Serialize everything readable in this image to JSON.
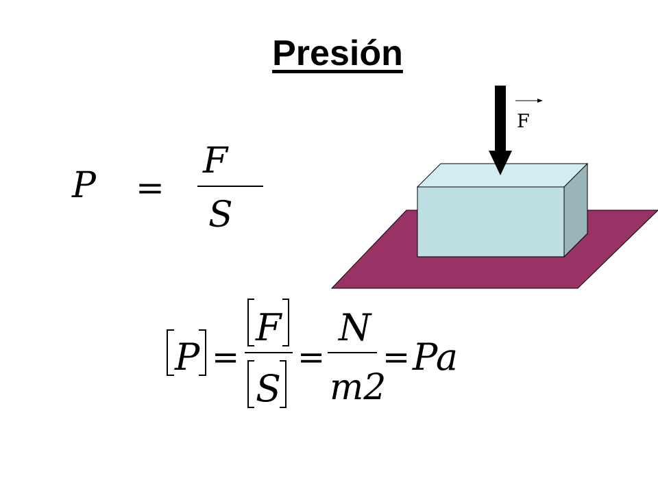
{
  "title": "Presión",
  "force_label": "F",
  "colors": {
    "surface": "#993366",
    "block_front": "#bfe0e3",
    "block_top": "#d3ecef",
    "block_side": "#99b5b8",
    "arrow": "#000000"
  },
  "formula_definition": {
    "lhs": "P",
    "equals": "=",
    "numerator": "F",
    "denominator": "S"
  },
  "formula_units": {
    "lhs": "P",
    "eq1": "=",
    "numerator": "F",
    "denominator": "S",
    "eq2": "=",
    "unit_numerator": "N",
    "unit_denominator": "m2",
    "eq3": "=",
    "result": "Pa"
  }
}
